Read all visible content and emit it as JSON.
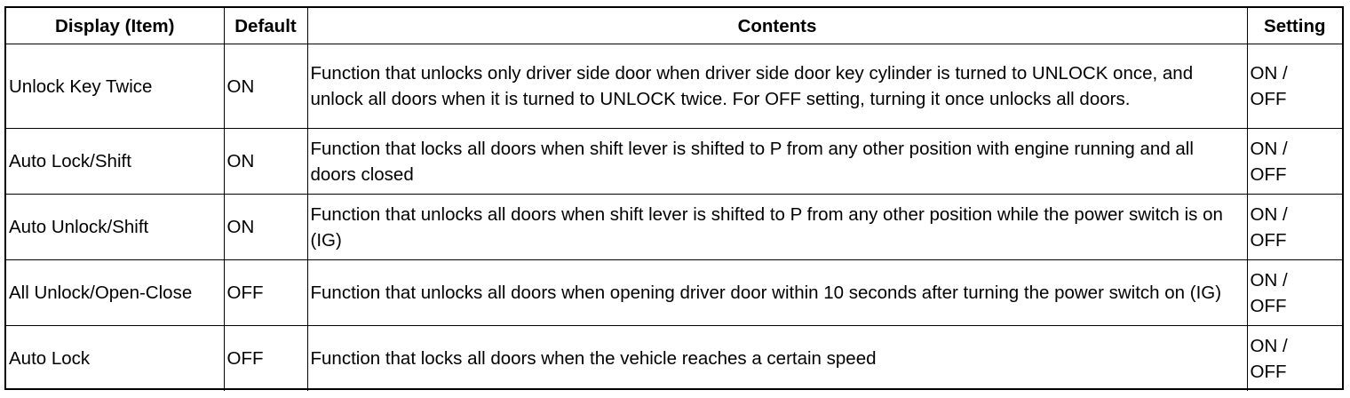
{
  "headers": {
    "item": "Display (Item)",
    "default": "Default",
    "contents": "Contents",
    "setting": "Setting"
  },
  "rows": [
    {
      "item": "Unlock Key Twice",
      "default": "ON",
      "contents": "Function that unlocks only driver side door when driver side door key cylinder is turned to UNLOCK once, and unlock all doors when it is turned to UNLOCK twice. For OFF setting, turning it once unlocks all doors.",
      "setting": "ON /\nOFF"
    },
    {
      "item": "Auto Lock/Shift",
      "default": "ON",
      "contents": "Function that locks all doors when shift lever is shifted to P from any other position with engine running and all doors closed",
      "setting": "ON /\nOFF"
    },
    {
      "item": "Auto Unlock/Shift",
      "default": "ON",
      "contents": "Function that unlocks all doors when shift lever is shifted to P from any other position while the power switch is on (IG)",
      "setting": "ON /\nOFF"
    },
    {
      "item": "All Unlock/Open-Close",
      "default": "OFF",
      "contents": "Function that unlocks all doors when opening driver door within 10 seconds after turning the power switch on (IG)",
      "setting": "ON /\nOFF"
    },
    {
      "item": "Auto Lock",
      "default": "OFF",
      "contents": "Function that locks all doors when the vehicle reaches a certain speed",
      "setting": "ON /\nOFF"
    }
  ]
}
